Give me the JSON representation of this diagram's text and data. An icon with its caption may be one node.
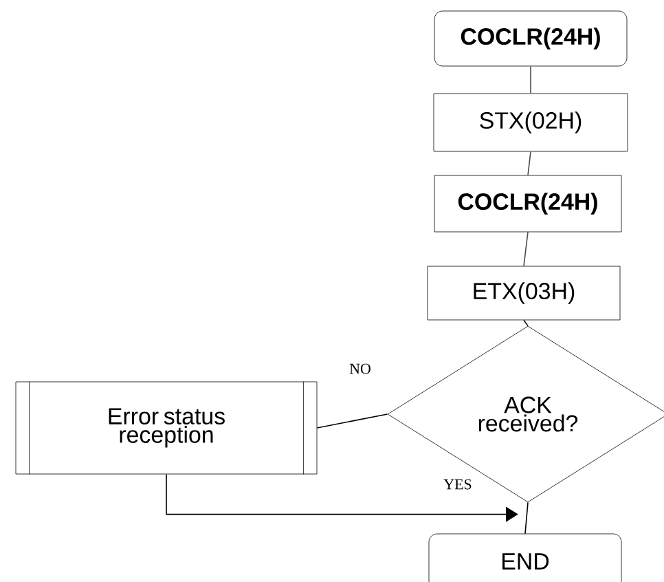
{
  "diagram": {
    "nodes": [
      {
        "text": [
          "COCLR(24H)"
        ]
      },
      {
        "text": [
          "STX(02H)"
        ]
      },
      {
        "text": [
          "COCLR(24H)"
        ]
      },
      {
        "text": [
          "ETX(03H)"
        ]
      },
      {
        "text": [
          "ACK received?"
        ]
      },
      {
        "text": [
          "Error status reception"
        ]
      },
      {
        "text": [
          "END"
        ]
      }
    ],
    "edges": [
      {
        "from": 0,
        "to": 1,
        "arrow": "none"
      },
      {
        "from": 1,
        "to": 2,
        "arrow": "none"
      },
      {
        "from": 2,
        "to": 3,
        "arrow": "none"
      },
      {
        "from": 3,
        "to": 4,
        "arrow": "none"
      },
      {
        "from": 4,
        "to": 5,
        "arrow": "none",
        "label": "NO"
      },
      {
        "from": 4,
        "to": 6,
        "arrow": "none",
        "label": "YES"
      },
      {
        "from": 5,
        "to": 6,
        "arrow": "to"
      }
    ]
  }
}
